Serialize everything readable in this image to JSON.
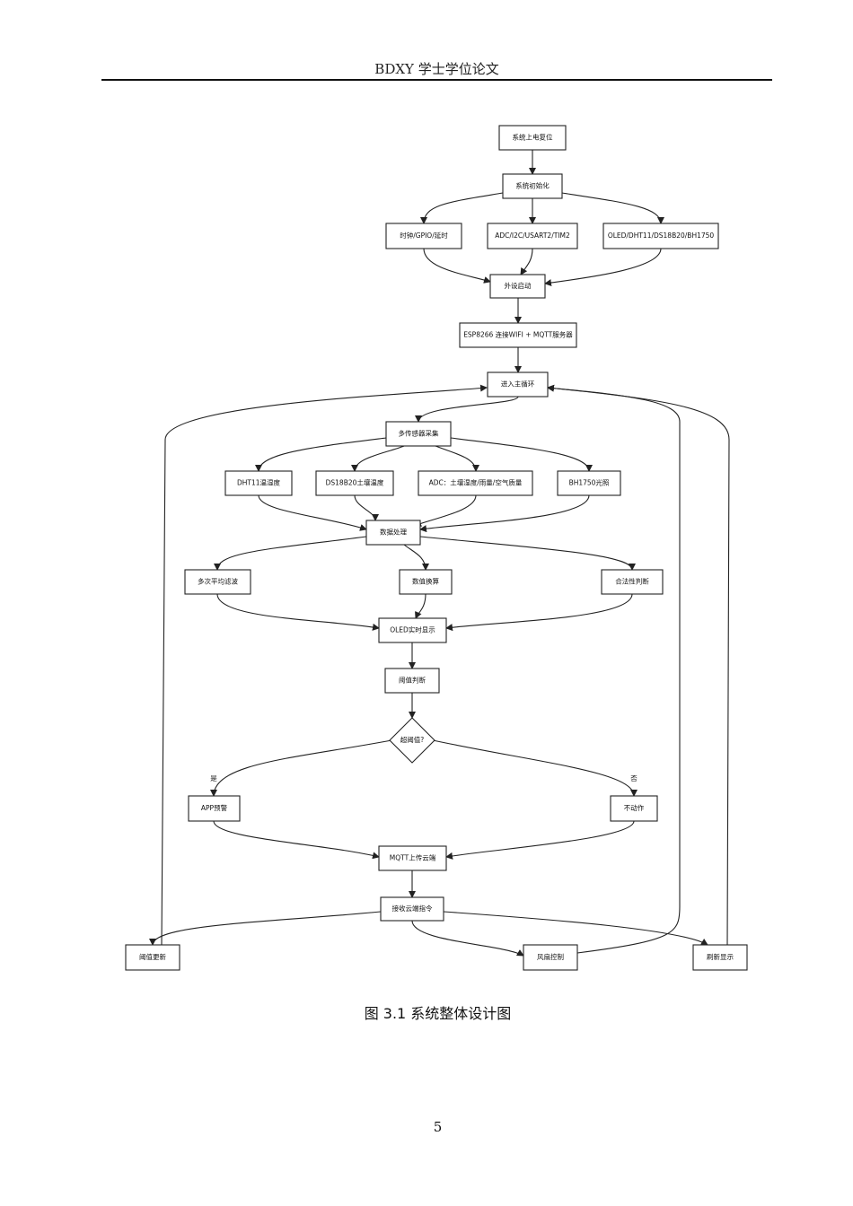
{
  "header": {
    "title": "BDXY 学士学位论文"
  },
  "diagram": {
    "nodes": {
      "power_on": "系统上电复位",
      "init": "系统初始化",
      "clock": "时钟/GPIO/延时",
      "adc_bus": "ADC/I2C/USART2/TIM2",
      "oled_sensors": "OLED/DHT11/DS18B20/BH1750",
      "peripheral_start": "外设启动",
      "esp8266": "ESP8266 连接WIFI + MQTT服务器",
      "main_loop": "进入主循环",
      "multi_sensor": "多传感器采集",
      "dht11": "DHT11温湿度",
      "ds18b20": "DS18B20土壤温度",
      "adc_soil": "ADC：土壤湿度/雨量/空气质量",
      "bh1750": "BH1750光照",
      "data_proc": "数据处理",
      "avg_filter": "多次平均滤波",
      "value_conv": "数值换算",
      "validity": "合法性判断",
      "oled_display": "OLED实时显示",
      "threshold_judge": "阈值判断",
      "over_threshold": "超阈值?",
      "app_alarm": "APP预警",
      "no_action": "不动作",
      "mqtt_upload": "MQTT上传云端",
      "cloud_cmd": "接收云端指令",
      "threshold_update": "阈值更新",
      "fan_control": "风扇控制",
      "refresh_display": "刷新显示"
    },
    "edge_labels": {
      "yes": "是",
      "no": "否"
    }
  },
  "caption": "图 3.1  系统整体设计图",
  "page_number": "5"
}
